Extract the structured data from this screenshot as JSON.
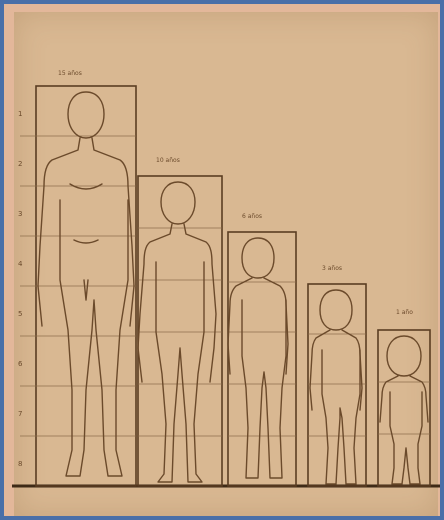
{
  "figures": [
    {
      "id": "adult",
      "label": "15 años"
    },
    {
      "id": "teen",
      "label": "10 años"
    },
    {
      "id": "child6",
      "label": "6 años"
    },
    {
      "id": "child3",
      "label": "3 años"
    },
    {
      "id": "toddler",
      "label": "1 año"
    }
  ],
  "scale_numbers": [
    "1",
    "2",
    "3",
    "4",
    "5",
    "6",
    "7",
    "8"
  ],
  "colors": {
    "paper": "#d9b892",
    "ink": "#6b4a2b",
    "border": "#4a6fa8"
  }
}
